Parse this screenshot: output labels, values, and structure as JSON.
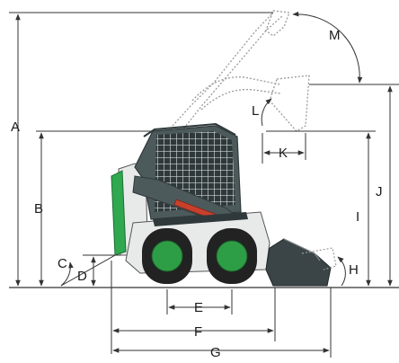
{
  "dimension_labels": {
    "a": "A",
    "b": "B",
    "c": "C",
    "d": "D",
    "e": "E",
    "f": "F",
    "g": "G",
    "h": "H",
    "i": "I",
    "j": "J",
    "k": "K",
    "l": "L",
    "m": "M"
  },
  "colors": {
    "body": "#4d5a5c",
    "body_dark": "#2f393b",
    "accent_green": "#2fa84f",
    "wheel_hub": "#2e9e46",
    "tire": "#222222",
    "dimension_line": "#333333",
    "ghost_outline": "#9a9a9a",
    "cab_grid": "#cfd4d4",
    "cylinder_red": "#c8402c"
  }
}
